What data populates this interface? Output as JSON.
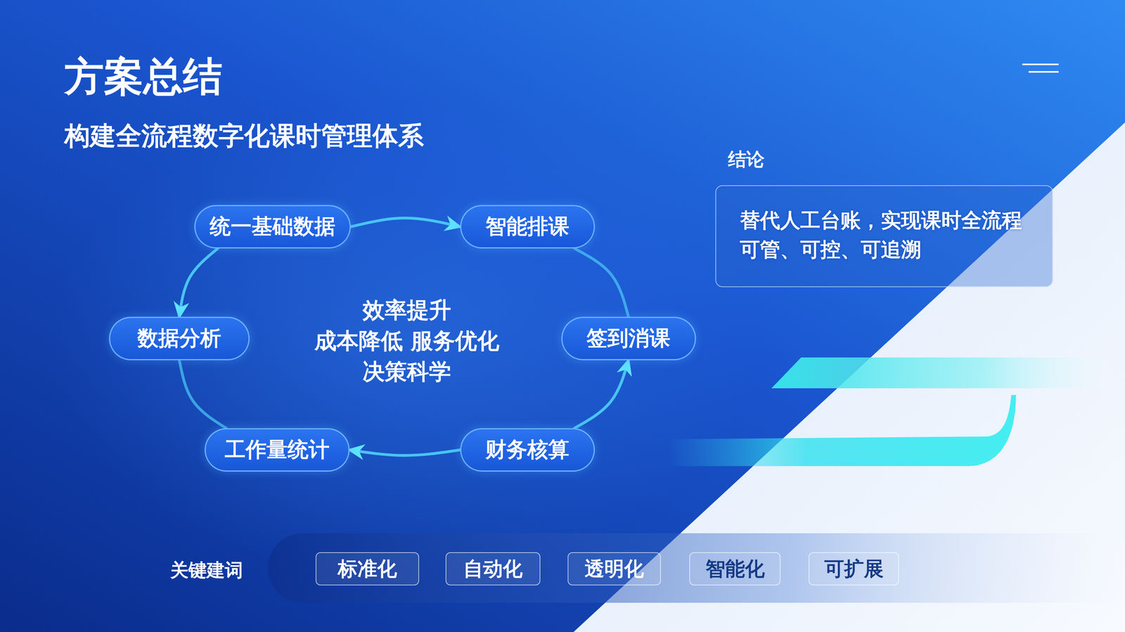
{
  "diagram": {
    "title": "方案总结",
    "nodes": [
      {
        "text": [
          "统一基础数据"
        ]
      },
      {
        "text": [
          "智能排课"
        ]
      },
      {
        "text": [
          "签到消课"
        ]
      },
      {
        "text": [
          "财务核算"
        ]
      },
      {
        "text": [
          "工作量统计"
        ]
      },
      {
        "text": [
          "数据分析"
        ]
      },
      {
        "text": [
          "结论",
          "替代人工台账，实现课时全流程 可管、可控、可追溯"
        ]
      },
      {
        "text": [
          "标准化"
        ]
      },
      {
        "text": [
          "自动化"
        ]
      },
      {
        "text": [
          "透明化"
        ]
      },
      {
        "text": [
          "智能化"
        ]
      },
      {
        "text": [
          "可扩展"
        ]
      }
    ],
    "edges": [
      {
        "from": 0,
        "to": 1,
        "arrow": "to"
      },
      {
        "from": 1,
        "to": 2,
        "arrow": "none"
      },
      {
        "from": 3,
        "to": 2,
        "arrow": "to"
      },
      {
        "from": 3,
        "to": 4,
        "arrow": "to"
      },
      {
        "from": 5,
        "to": 4,
        "arrow": "none"
      },
      {
        "from": 0,
        "to": 5,
        "arrow": "to"
      }
    ],
    "labels": [
      "构建全流程数字化课时管理体系",
      "效率提升",
      "成本降低 服务优化",
      "决策科学",
      "关键建词"
    ]
  }
}
